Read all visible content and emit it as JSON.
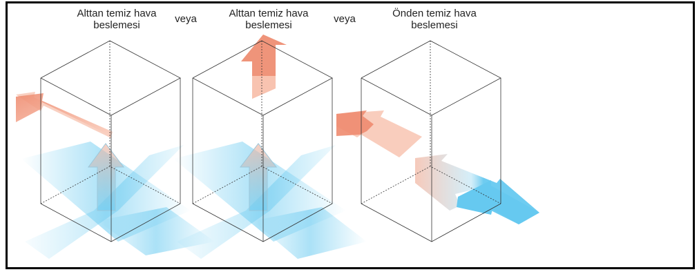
{
  "labels": {
    "panel1_line1": "Alttan temiz hava",
    "panel1_line2": "beslemesi",
    "or1": "veya",
    "panel2_line1": "Alttan temiz hava",
    "panel2_line2": "beslemesi",
    "or2": "veya",
    "panel3_line1": "Önden temiz hava",
    "panel3_line2": "beslemesi"
  },
  "colors": {
    "cold_air": "#66c9f0",
    "warm_air": "#ee8b6f",
    "warm_air_light": "#f8c8b6",
    "box_line": "#333333"
  }
}
